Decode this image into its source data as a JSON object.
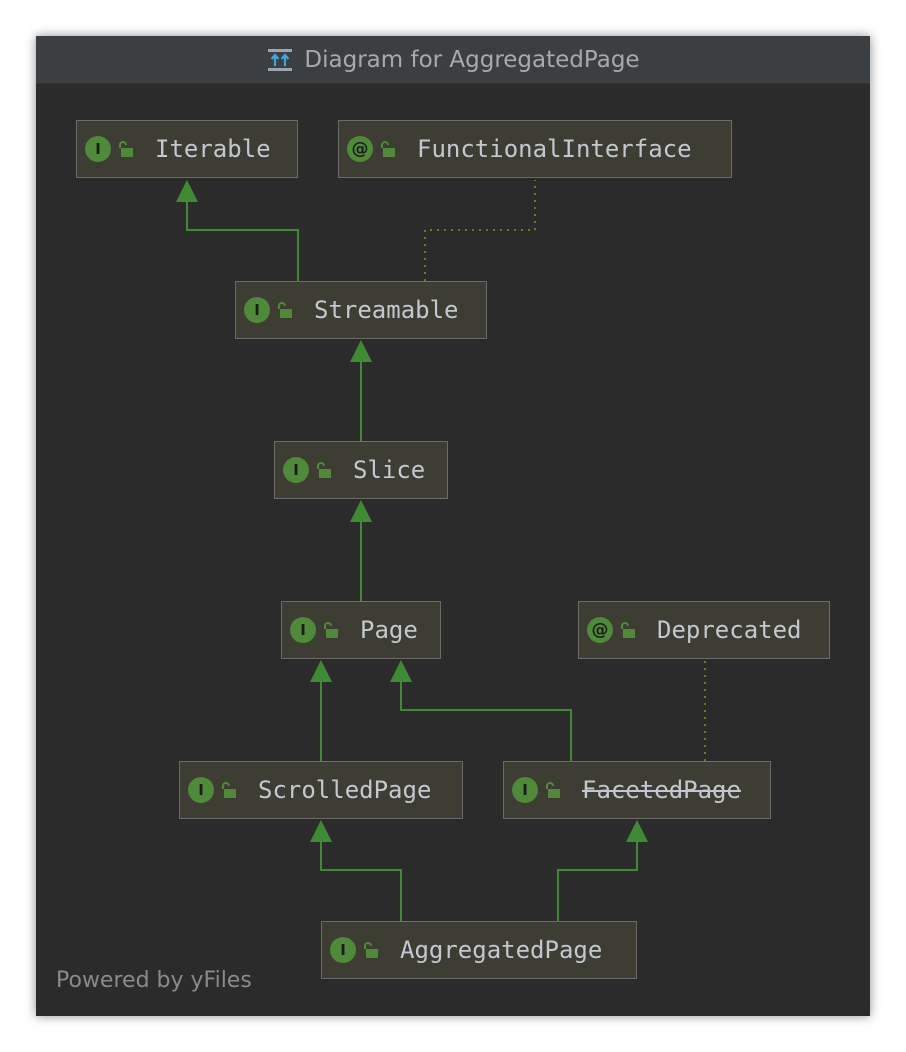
{
  "window": {
    "title": "Diagram for AggregatedPage",
    "title_icon": "hierarchy-diagram-icon",
    "footer": "Powered by yFiles"
  },
  "colors": {
    "background": "#2b2b2b",
    "titlebar": "#3c3f41",
    "node_fill": "#3d3d33",
    "node_border": "#6b6b6b",
    "edge_green": "#3f8a35",
    "dotted_edge": "#6a7d1e",
    "badge_green": "#4e8a37",
    "label_text": "#c2c8cf"
  },
  "nodes": {
    "iterable": {
      "badge": "I",
      "name": "Iterable"
    },
    "functional_interface": {
      "badge": "@",
      "name": "FunctionalInterface"
    },
    "streamable": {
      "badge": "I",
      "name": "Streamable"
    },
    "slice": {
      "badge": "I",
      "name": "Slice"
    },
    "page": {
      "badge": "I",
      "name": "Page"
    },
    "deprecated": {
      "badge": "@",
      "name": "Deprecated"
    },
    "scrolled_page": {
      "badge": "I",
      "name": "ScrolledPage"
    },
    "faceted_page": {
      "badge": "I",
      "name": "FacetedPage",
      "deprecated": true
    },
    "aggregated_page": {
      "badge": "I",
      "name": "AggregatedPage"
    }
  },
  "edges": [
    {
      "from": "Streamable",
      "to": "Iterable",
      "kind": "extends"
    },
    {
      "from": "Streamable",
      "to": "FunctionalInterface",
      "kind": "annotation"
    },
    {
      "from": "Slice",
      "to": "Streamable",
      "kind": "extends"
    },
    {
      "from": "Page",
      "to": "Slice",
      "kind": "extends"
    },
    {
      "from": "ScrolledPage",
      "to": "Page",
      "kind": "extends"
    },
    {
      "from": "FacetedPage",
      "to": "Page",
      "kind": "extends"
    },
    {
      "from": "FacetedPage",
      "to": "Deprecated",
      "kind": "annotation"
    },
    {
      "from": "AggregatedPage",
      "to": "ScrolledPage",
      "kind": "extends"
    },
    {
      "from": "AggregatedPage",
      "to": "FacetedPage",
      "kind": "extends"
    }
  ]
}
